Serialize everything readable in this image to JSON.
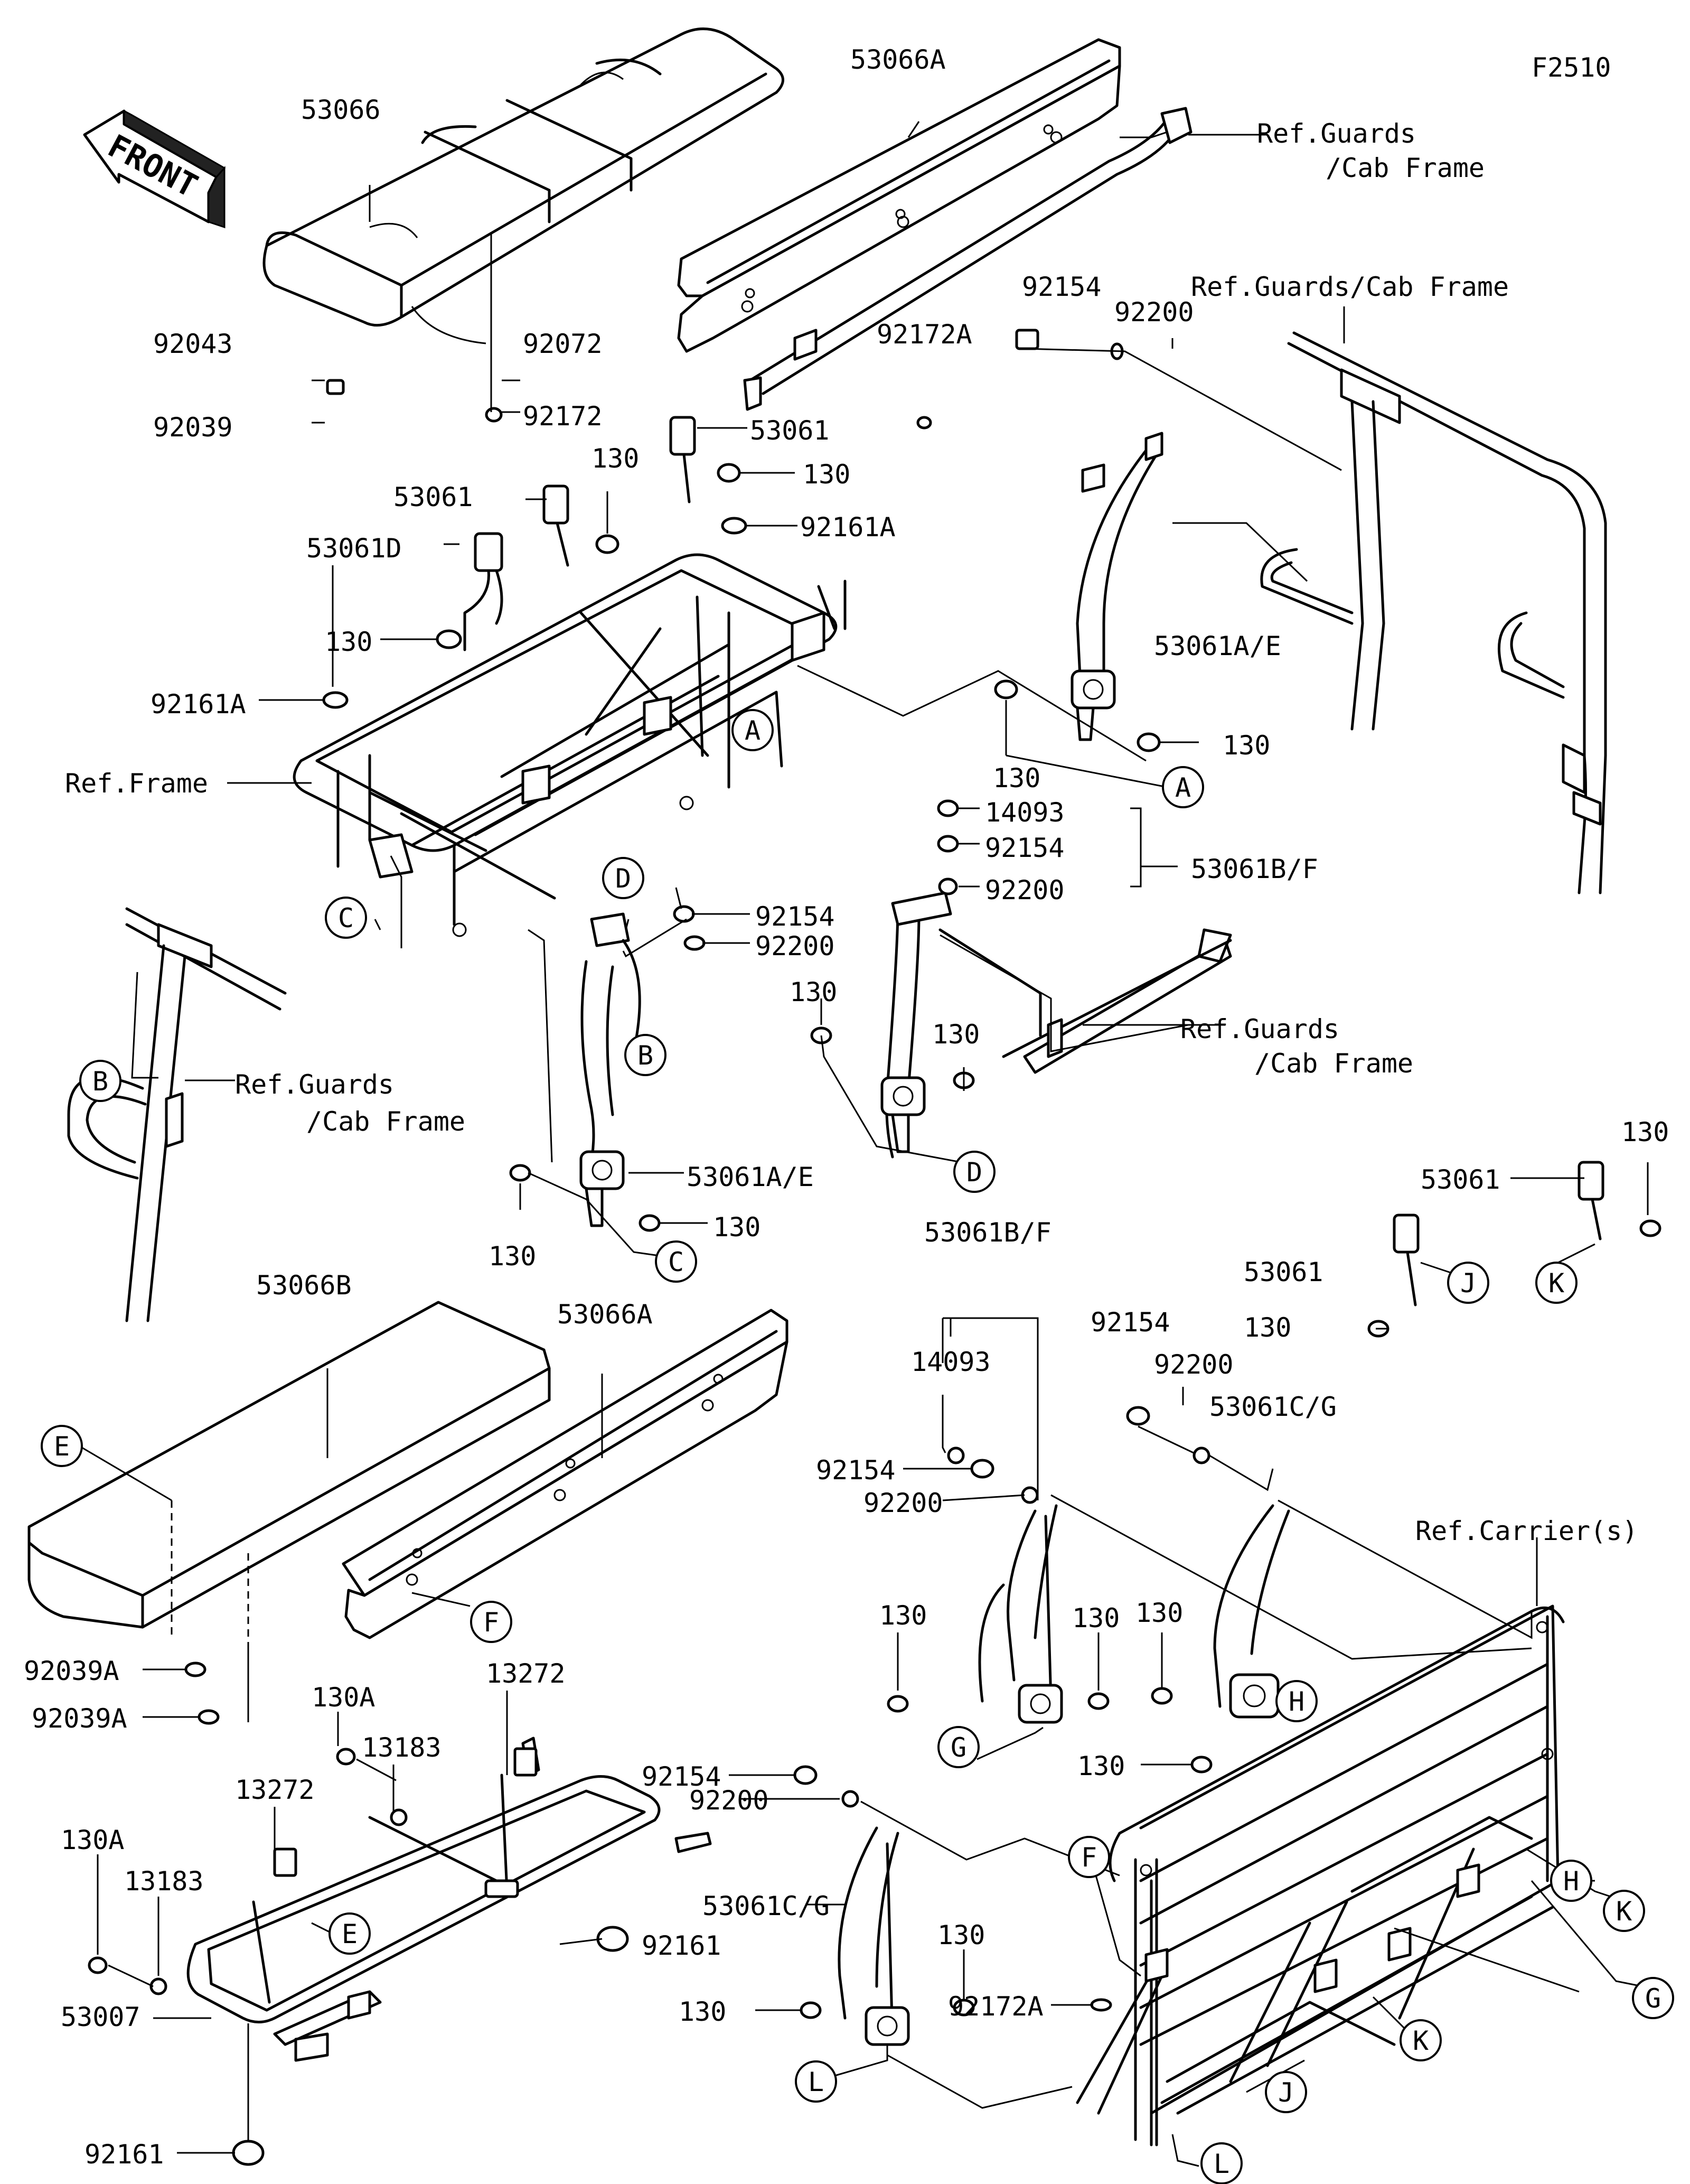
{
  "figure_code": "F2510",
  "front_label": "FRONT",
  "labels": {
    "p53066": "53066",
    "p53066A_top": "53066A",
    "ref_guards_top": "Ref.Guards",
    "cab_frame_top": "/Cab Frame",
    "p92154_a": "92154",
    "p92200_a": "92200",
    "ref_guards_cab_right": "Ref.Guards/Cab Frame",
    "p92172A_top": "92172A",
    "p92043": "92043",
    "p92072": "92072",
    "p92039": "92039",
    "p92172": "92172",
    "p53061_a": "53061",
    "p130_a": "130",
    "p53061_b": "53061",
    "p130_b": "130",
    "p92161A_a": "92161A",
    "p53061D": "53061D",
    "p130_c": "130",
    "p92161A_b": "92161A",
    "ref_frame": "Ref.Frame",
    "p53061AE_a": "53061A/E",
    "p130_d": "130",
    "p130_e": "130",
    "p14093_a": "14093",
    "p92154_b": "92154",
    "p53061BF_a": "53061B/F",
    "p92200_b": "92200",
    "p92154_c": "92154",
    "p92200_c": "92200",
    "ref_guards_mid": "Ref.Guards",
    "cab_frame_mid": "/Cab Frame",
    "ref_guards_left": "Ref.Guards",
    "cab_frame_left": "/Cab Frame",
    "p130_f": "130",
    "p130_g": "130",
    "p53061AE_b": "53061A/E",
    "p130_h": "130",
    "p130_i": "130",
    "p130_j": "130",
    "p53061_c": "53061",
    "p53061BF_b": "53061B/F",
    "p53061_d": "53061",
    "p130_k": "130",
    "p53066B": "53066B",
    "p53066A_bot": "53066A",
    "p92154_d": "92154",
    "p92200_d": "92200",
    "p14093_b": "14093",
    "p53061CG_a": "53061C/G",
    "p92154_e": "92154",
    "p92200_e": "92200",
    "ref_carriers": "Ref.Carrier(s)",
    "p92039A_a": "92039A",
    "p92039A_b": "92039A",
    "p130_l": "130",
    "p130_m": "130",
    "p130_n": "130",
    "p130_o": "130",
    "p13272_a": "13272",
    "p130A_a": "130A",
    "p13183_a": "13183",
    "p13272_b": "13272",
    "p92154_f": "92154",
    "p92200_f": "92200",
    "p130A_b": "130A",
    "p13183_b": "13183",
    "p92161_a": "92161",
    "p53061CG_b": "53061C/G",
    "p130_p": "130",
    "p130_q": "130",
    "p92172A_bot": "92172A",
    "p53007": "53007",
    "p92161_b": "92161"
  },
  "callouts": {
    "A1": "A",
    "A2": "A",
    "B1": "B",
    "B2": "B",
    "C1": "C",
    "C2": "C",
    "D1": "D",
    "D2": "D",
    "E1": "E",
    "E2": "E",
    "F1": "F",
    "F2": "F",
    "G1": "G",
    "G2": "G",
    "H1": "H",
    "H2": "H",
    "J1": "J",
    "J2": "J",
    "K1": "K",
    "K2": "K",
    "K3": "K",
    "L1": "L",
    "L2": "L"
  }
}
